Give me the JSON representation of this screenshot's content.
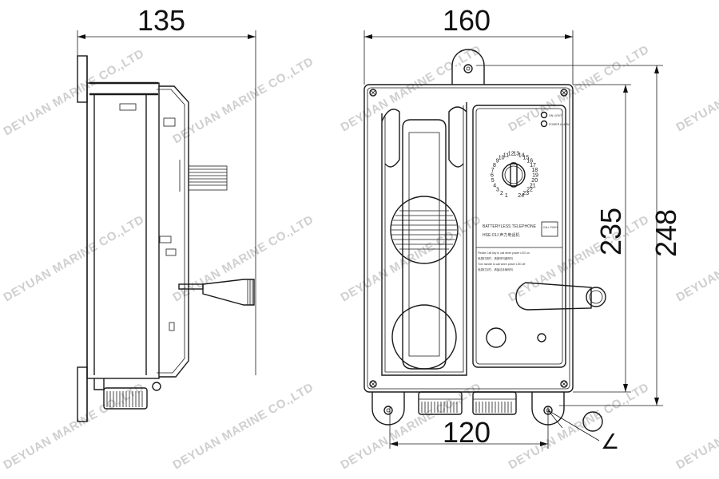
{
  "dimensions": {
    "side_depth": "135",
    "front_width": "160",
    "inner_height": "235",
    "total_height": "248",
    "bottom_spacing": "120"
  },
  "angle_mark": "∠",
  "dial_numbers": [
    "1",
    "2",
    "3",
    "4",
    "5",
    "6",
    "7",
    "8",
    "9",
    "10",
    "11",
    "12",
    "13",
    "14",
    "15",
    "16",
    "17",
    "18",
    "19",
    "20",
    "21",
    "22",
    "23",
    "24"
  ],
  "panel": {
    "indicator_1": "ON LIGHT",
    "indicator_2": "POWER ALARM",
    "title_en": "BATTERYLESS TELEPHONE",
    "title_cn": "HSE-01J   声力电话机",
    "button_label": "CALL PUSH",
    "instructions": [
      "Please Call key to call when power LED on.",
      "电源灯亮时，请按呼叫键呼叫",
      "Turn handle to call when power LED off.",
      "电源灯灭时，请摇动手柄呼叫"
    ]
  },
  "watermark": "DEYUAN MARINE CO.,LTD"
}
